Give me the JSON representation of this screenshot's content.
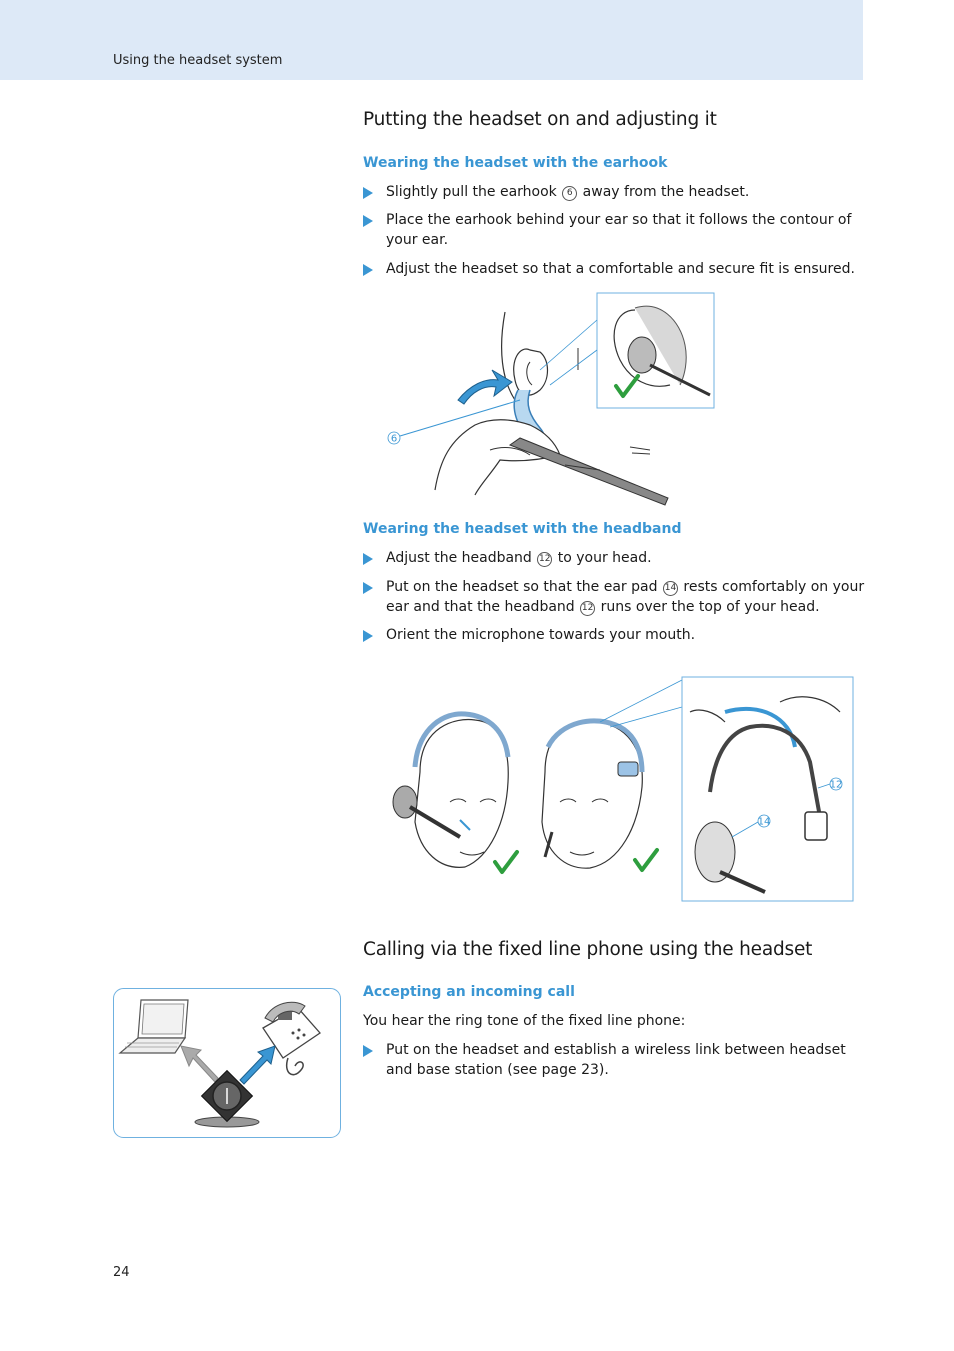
{
  "header": {
    "section": "Using the headset system"
  },
  "section1": {
    "title": "Putting the headset on and adjusting it",
    "earhook": {
      "subtitle": "Wearing the headset with the earhook",
      "steps": [
        {
          "before": "Slightly pull the earhook ",
          "ref": "6",
          "after": " away from the headset."
        },
        {
          "text": "Place the earhook behind your ear so that it follows the contour of your ear."
        },
        {
          "text": "Adjust the headset so that a comfortable and secure fit is ensured."
        }
      ],
      "figure": {
        "callout": "6"
      }
    },
    "headband": {
      "subtitle": "Wearing the headset with the headband",
      "steps": [
        {
          "before": "Adjust the headband ",
          "ref": "12",
          "after": " to your head."
        },
        {
          "before": "Put on the headset so that the ear pad ",
          "ref": "14",
          "middle": " rests comfortably on your ear and that the headband ",
          "ref2": "12",
          "after": " runs over the top of your head."
        },
        {
          "text": "Orient the microphone towards your mouth."
        }
      ],
      "figure": {
        "callout_headband": "12",
        "callout_earpad": "14"
      }
    }
  },
  "section2": {
    "title": "Calling via the fixed line phone using the headset",
    "incoming": {
      "subtitle": "Accepting an incoming call",
      "intro": "You hear the ring tone of the fixed line phone:",
      "steps": [
        {
          "text": "Put on the headset and establish a wireless link between headset and base station (see page 23)."
        }
      ]
    }
  },
  "footer": {
    "page_number": "24"
  },
  "colors": {
    "accent": "#3a96d3",
    "header_band": "#dde9f7",
    "check": "#2e9e3e"
  }
}
